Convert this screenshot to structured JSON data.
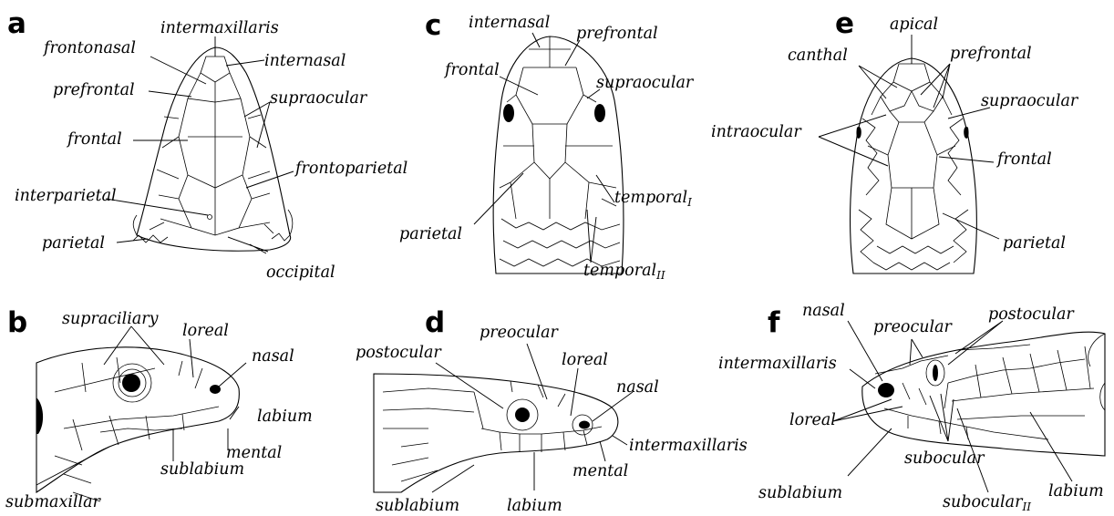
{
  "panels": [
    {
      "letter": "a",
      "labels": {
        "intermaxillaris": "intermaxillaris",
        "frontonasal": "frontonasal",
        "internasal": "internasal",
        "prefrontal": "prefrontal",
        "supraocular": "supraocular",
        "frontal": "frontal",
        "frontoparietal": "frontoparietal",
        "interparietal": "interparietal",
        "parietal": "parietal",
        "occipital": "occipital"
      }
    },
    {
      "letter": "b",
      "labels": {
        "supraciliary": "supraciliary",
        "loreal": "loreal",
        "nasal": "nasal",
        "labium": "labium",
        "mental": "mental",
        "sublabium": "sublabium",
        "submaxillar": "submaxillar"
      }
    },
    {
      "letter": "c",
      "labels": {
        "internasal": "internasal",
        "prefrontal": "prefrontal",
        "frontal": "frontal",
        "supraocular": "supraocular",
        "temporal_i": "temporal",
        "temporal_i_sub": "I",
        "parietal": "parietal",
        "temporal_ii": "temporal",
        "temporal_ii_sub": "II"
      }
    },
    {
      "letter": "d",
      "labels": {
        "preocular": "preocular",
        "postocular": "postocular",
        "loreal": "loreal",
        "nasal": "nasal",
        "intermaxillaris": "intermaxillaris",
        "mental": "mental",
        "sublabium": "sublabium",
        "labium": "labium"
      }
    },
    {
      "letter": "e",
      "labels": {
        "apical": "apical",
        "canthal": "canthal",
        "prefrontal": "prefrontal",
        "supraocular": "supraocular",
        "intraocular": "intraocular",
        "frontal": "frontal",
        "parietal": "parietal"
      }
    },
    {
      "letter": "f",
      "labels": {
        "nasal": "nasal",
        "preocular": "preocular",
        "postocular": "postocular",
        "intermaxillaris": "intermaxillaris",
        "loreal": "loreal",
        "subocular": "subocular",
        "sublabium": "sublabium",
        "subocular_ii": "subocular",
        "subocular_ii_sub": "II",
        "labium": "labium"
      }
    }
  ]
}
